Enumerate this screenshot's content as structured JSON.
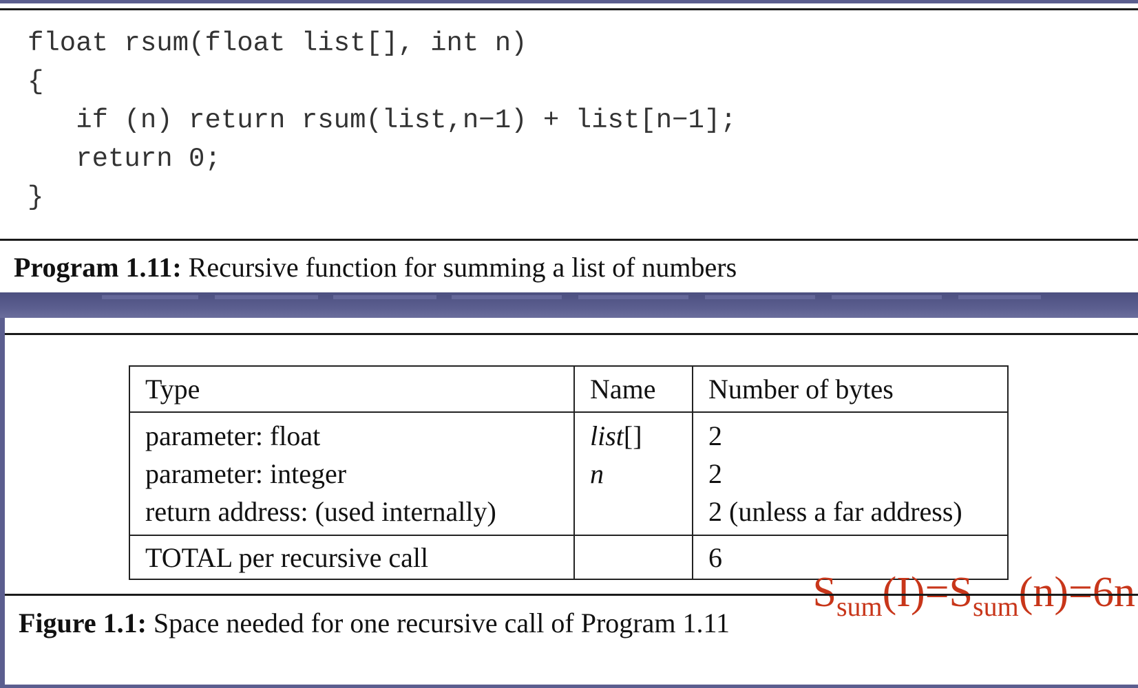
{
  "program": {
    "code_lines": [
      "float rsum(float list[], int n)",
      "{",
      "   if (n) return rsum(list,n−1) + list[n−1];",
      "   return 0;",
      "}"
    ],
    "caption_label": "Program 1.11:",
    "caption_text": " Recursive function for summing a list of numbers"
  },
  "figure": {
    "table": {
      "headers": [
        "Type",
        "Name",
        "Number of bytes"
      ],
      "rows": [
        {
          "type": "parameter: float",
          "name_italic": "list",
          "name_rest": "[]",
          "bytes": "2"
        },
        {
          "type": "parameter: integer",
          "name_italic": "n",
          "name_rest": "",
          "bytes": "2"
        },
        {
          "type": "return address: (used internally)",
          "name_italic": "",
          "name_rest": "",
          "bytes": "2 (unless a far address)"
        }
      ],
      "total": {
        "type": "TOTAL per recursive call",
        "name": "",
        "bytes": "6"
      }
    },
    "formula": {
      "s1": "S",
      "sub1": "sum",
      "mid": "(I)=S",
      "sub2": "sum",
      "end": "(n)=6n"
    },
    "caption_label": "Figure 1.1:",
    "caption_text": " Space needed for one recursive call of Program 1.11"
  },
  "colors": {
    "background": "#5b5e8f",
    "formula": "#c8361a"
  }
}
